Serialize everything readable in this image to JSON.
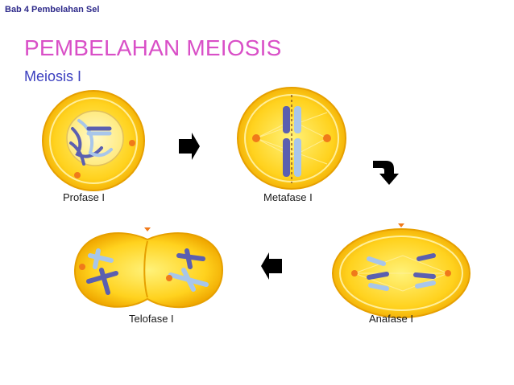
{
  "header": {
    "chapter": "Bab 4 Pembelahan Sel"
  },
  "slide": {
    "title": "PEMBELAHAN MEIOSIS",
    "subtitle": "Meiosis I",
    "stages": [
      {
        "label": "Profase I"
      },
      {
        "label": "Metafase I"
      },
      {
        "label": "Anafase I"
      },
      {
        "label": "Telofase I"
      }
    ]
  },
  "colors": {
    "title": "#d94fc7",
    "subtitle": "#3b3fbf",
    "cell_fill": "#ffd21e",
    "cell_edge": "#f0a800",
    "chromosome_dark": "#5b5fb0",
    "chromosome_light": "#a8c6ea"
  },
  "icons": [
    "arrow-right-icon",
    "arrow-curve-down-icon",
    "arrow-left-icon"
  ]
}
